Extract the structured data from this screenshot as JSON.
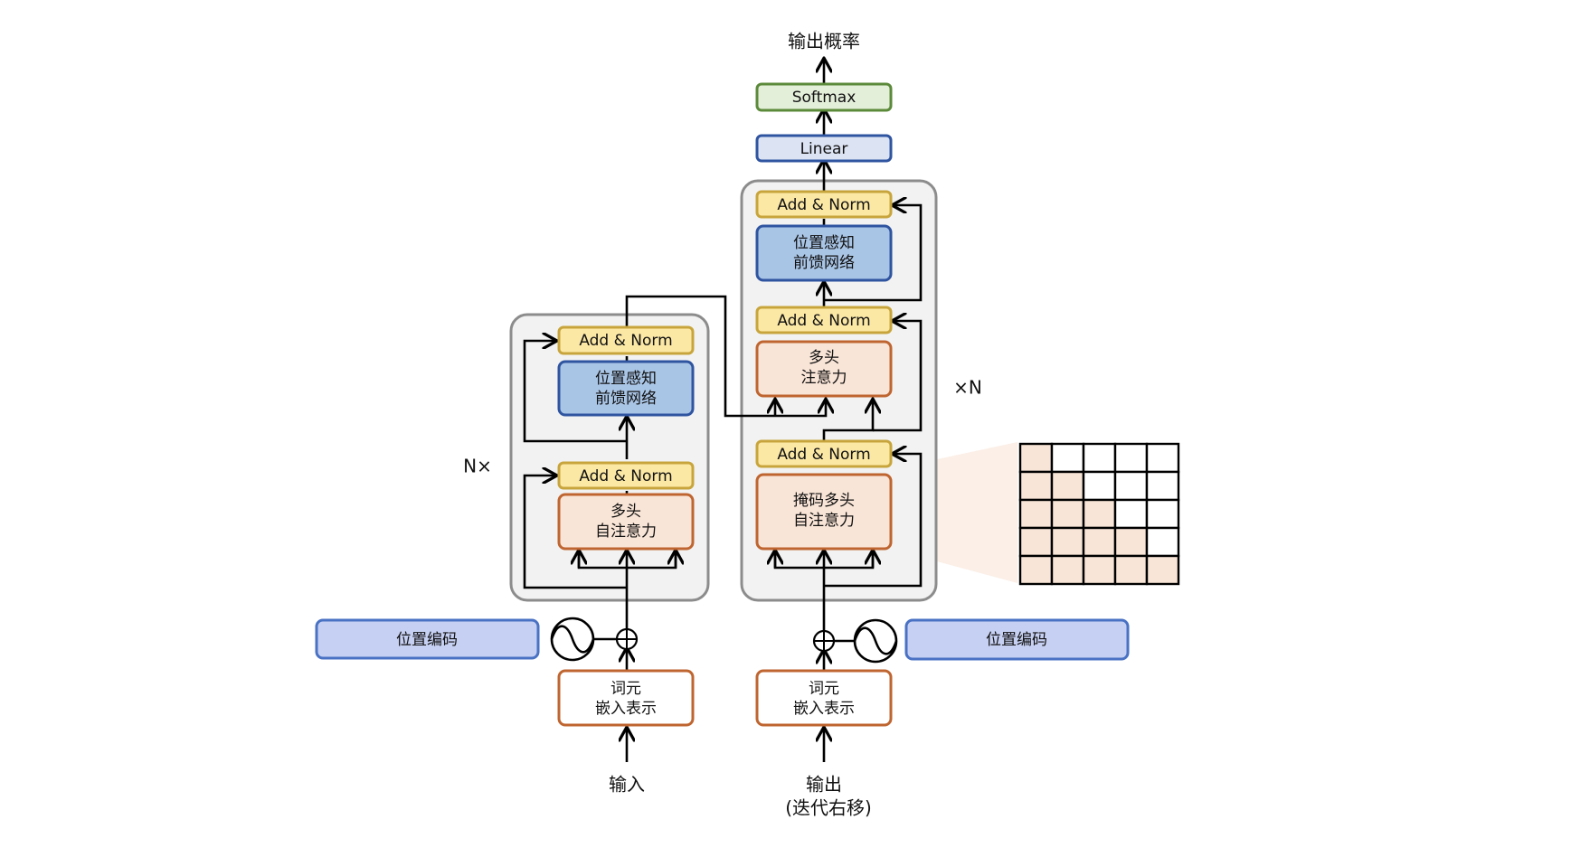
{
  "title": "Transformer architecture",
  "colors": {
    "addnorm_fill": "#fce8a5",
    "addnorm_stroke": "#c8a53c",
    "ffn_fill": "#a9c5e6",
    "ffn_stroke": "#2f54a0",
    "attn_fill": "#f9e5d7",
    "attn_stroke": "#bf6530",
    "embed_fill": "#ffffff",
    "embed_stroke": "#bf6530",
    "posenc_fill": "#c6d0f2",
    "posenc_stroke": "#4a72c4",
    "linear_fill": "#dce3f3",
    "linear_stroke": "#2f54a0",
    "softmax_fill": "#e4efda",
    "softmax_stroke": "#5b8a3a",
    "block_fill": "#f2f2f2",
    "block_stroke": "#8c8c8c",
    "mask_on": "#f9e5d7",
    "mask_off": "#ffffff"
  },
  "output": {
    "probs_label": "输出概率",
    "softmax_label": "Softmax",
    "linear_label": "Linear"
  },
  "encoder": {
    "repeat_label": "N×",
    "addnorm_top": "Add & Norm",
    "ffn_line1": "位置感知",
    "ffn_line2": "前馈网络",
    "addnorm_bottom": "Add & Norm",
    "attn_line1": "多头",
    "attn_line2": "自注意力",
    "posenc_label": "位置编码",
    "embed_line1": "词元",
    "embed_line2": "嵌入表示",
    "input_label": "输入"
  },
  "decoder": {
    "repeat_label": "×N",
    "addnorm_top": "Add & Norm",
    "ffn_line1": "位置感知",
    "ffn_line2": "前馈网络",
    "addnorm_mid": "Add & Norm",
    "cross_attn_line1": "多头",
    "cross_attn_line2": "注意力",
    "addnorm_bottom": "Add & Norm",
    "masked_attn_line1": "掩码多头",
    "masked_attn_line2": "自注意力",
    "posenc_label": "位置编码",
    "embed_line1": "词元",
    "embed_line2": "嵌入表示",
    "output_line1": "输出",
    "output_line2": "(迭代右移)"
  },
  "mask_matrix": {
    "size": 5,
    "description": "lower-triangular causal mask (shaded = visible)",
    "rows": [
      [
        1,
        0,
        0,
        0,
        0
      ],
      [
        1,
        1,
        0,
        0,
        0
      ],
      [
        1,
        1,
        1,
        0,
        0
      ],
      [
        1,
        1,
        1,
        1,
        0
      ],
      [
        1,
        1,
        1,
        1,
        1
      ]
    ]
  }
}
